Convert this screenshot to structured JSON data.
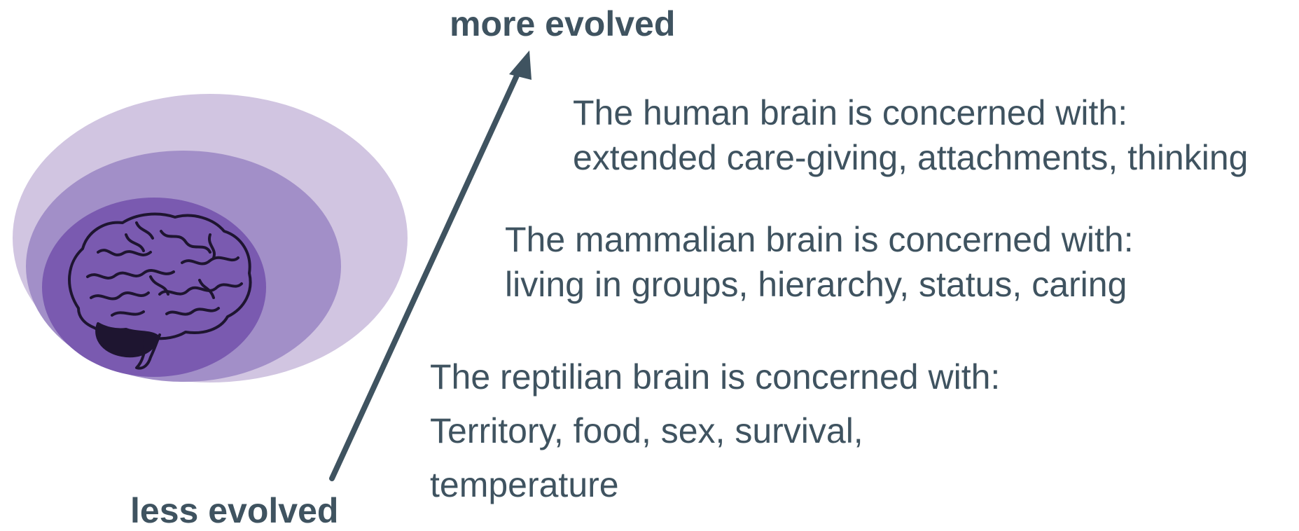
{
  "axis": {
    "top_label": "more evolved",
    "bottom_label": "less evolved",
    "arrow_color": "#3f5360"
  },
  "brain_layers": [
    {
      "name": "human",
      "heading": "The human brain is concerned with:",
      "details": "extended care-giving, attachments, thinking",
      "color": "#d1c5e1"
    },
    {
      "name": "mammalian",
      "heading": "The mammalian brain is concerned with:",
      "details": "living in groups, hierarchy, status, caring",
      "color": "#a28fc8"
    },
    {
      "name": "reptilian",
      "heading": "The reptilian brain is concerned with:",
      "details_lines": [
        "Territory, food, sex, survival,",
        "temperature"
      ],
      "color": "#7a5ab0"
    }
  ],
  "icons": {
    "brain": "brain-icon",
    "arrow": "arrow-up-right-icon"
  },
  "colors": {
    "text": "#3f5360",
    "outer_oval": "#d1c5e1",
    "middle_oval": "#a28fc8",
    "inner_oval": "#7a5ab0",
    "brain_outline": "#1e1530"
  }
}
